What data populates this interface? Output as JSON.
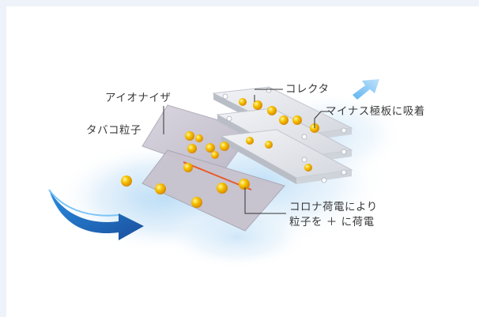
{
  "labels": {
    "tobacco": "タバコ粒子",
    "ionizer": "アイオナイザ",
    "collector": "コレクタ",
    "minus_plate": "マイナス極板に吸着",
    "corona_line1": "コロナ荷電により",
    "corona_line2": "粒子を ＋ に荷電"
  },
  "colors": {
    "airflow_dark": "#1f5fb3",
    "airflow_light": "#9fd0f3",
    "particle": "#f2b600",
    "ion_wire": "#e85a2a",
    "plate": "#cfcfd6"
  },
  "icons": [
    "airflow-in-arrow",
    "airflow-out-arrow"
  ]
}
